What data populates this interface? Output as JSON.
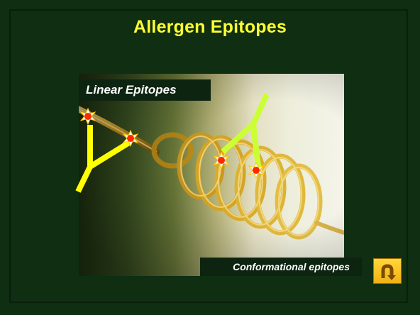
{
  "slide": {
    "title": "Allergen Epitopes"
  },
  "labels": {
    "linear": "Linear Epitopes",
    "conformational": "Conformational epitopes"
  },
  "colors": {
    "background": "#0f2e12",
    "title": "#ffff33",
    "antibody_linear": "#ffff00",
    "antibody_conformational": "#ccff33",
    "epitope_marker": "#ff2a00",
    "button": "#f5c11c"
  },
  "icons": {
    "return_button": "u-turn-arrow-icon"
  }
}
